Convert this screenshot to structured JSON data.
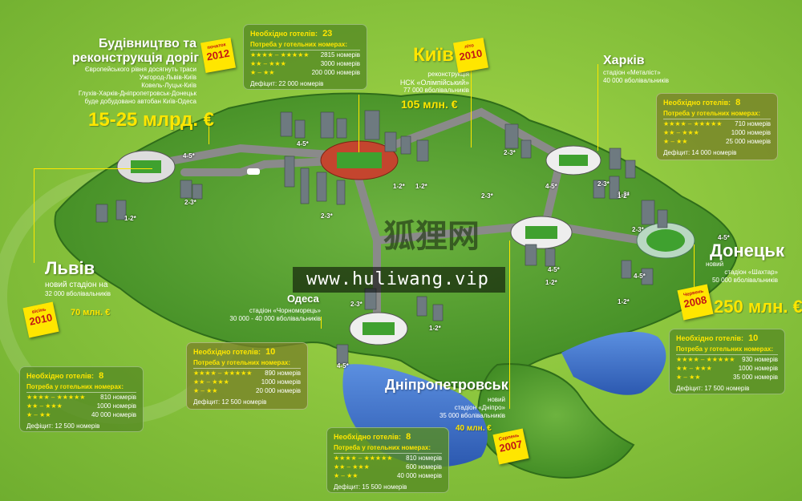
{
  "colors": {
    "background": "#8cc63e",
    "accent": "#ffe600",
    "tag": "#ffe600",
    "tag_text": "#c21616",
    "water": "#3a6fc4"
  },
  "roads": {
    "title_lines": [
      "Будівництво та",
      "реконструкція доріг"
    ],
    "desc": [
      "Європейського рівня досягнуть траси",
      "Ужгород-Львів-Київ",
      "Ковель-Луцьк-Київ",
      "Глухів-Харків-Дніпропетровськ-Донецьк",
      "буде добудовано автобан Київ-Одеса"
    ],
    "cost": "15-25 млрд. €",
    "tag_top": "початок",
    "tag_year": "2012"
  },
  "kyiv": {
    "name": "Київ",
    "desc": [
      "реконструкція",
      "НСК «Олімпійський»",
      "77 000 вболівальників"
    ],
    "cost": "105 млн. €",
    "tag_top": "літо",
    "tag_year": "2010",
    "hotels": {
      "title": "Необхідно готелів:",
      "count": "23",
      "sub": "Потреба у готельних номерах:",
      "rows": [
        {
          "stars": "★★★★ – ★★★★★",
          "value": "2815 номерів"
        },
        {
          "stars": "★★ – ★★★",
          "value": "3000 номерів"
        },
        {
          "stars": "★ – ★★",
          "value": "200 000 номерів"
        }
      ],
      "deficit": "Дефіцит: 22 000 номерів"
    }
  },
  "kharkiv": {
    "name": "Харків",
    "desc": [
      "стадіон «Металіст»",
      "40 000 вболівальників"
    ],
    "hotels": {
      "title": "Необхідно готелів:",
      "count": "8",
      "sub": "Потреба у готельних номерах:",
      "rows": [
        {
          "stars": "★★★★ – ★★★★★",
          "value": "710 номерів"
        },
        {
          "stars": "★★ – ★★★",
          "value": "1000 номерів"
        },
        {
          "stars": "★ – ★★",
          "value": "25 000 номерів"
        }
      ],
      "deficit": "Дефіцит: 14 000 номерів"
    }
  },
  "lviv": {
    "name": "Львів",
    "desc": [
      "новий стадіон на",
      "32 000 вболівальників"
    ],
    "cost": "70 млн. €",
    "tag_top": "вiсiнь",
    "tag_year": "2010",
    "hotels": {
      "title": "Необхідно готелів:",
      "count": "8",
      "sub": "Потреба у готельних номерах:",
      "rows": [
        {
          "stars": "★★★★ – ★★★★★",
          "value": "810 номерів"
        },
        {
          "stars": "★★ – ★★★",
          "value": "1000 номерів"
        },
        {
          "stars": "★ – ★★",
          "value": "40 000 номерів"
        }
      ],
      "deficit": "Дефіцит: 12 500 номерів"
    }
  },
  "odesa": {
    "name": "Одеса",
    "desc": [
      "стадіон «Чорноморець»",
      "30 000 - 40 000 вболівальників"
    ],
    "hotels": {
      "title": "Необхідно готелів:",
      "count": "10",
      "sub": "Потреба у готельних номерах:",
      "rows": [
        {
          "stars": "★★★★ – ★★★★★",
          "value": "890 номерів"
        },
        {
          "stars": "★★ – ★★★",
          "value": "1000 номерів"
        },
        {
          "stars": "★ – ★★",
          "value": "20 000 номерів"
        }
      ],
      "deficit": "Дефіцит: 12 500 номерів"
    }
  },
  "dnipro": {
    "name": "Дніпропетровськ",
    "desc": [
      "новий",
      "стадіон «Дніпро»",
      "35 000 вболівальників"
    ],
    "cost": "40 млн. €",
    "tag_top": "Серпень",
    "tag_year": "2007",
    "hotels": {
      "title": "Необхідно готелів:",
      "count": "8",
      "sub": "Потреба у готельних номерах:",
      "rows": [
        {
          "stars": "★★★★ – ★★★★★",
          "value": "810 номерів"
        },
        {
          "stars": "★★ – ★★★",
          "value": "600 номерів"
        },
        {
          "stars": "★ – ★★",
          "value": "40 000 номерів"
        }
      ],
      "deficit": "Дефіцит: 15 500 номерів"
    }
  },
  "donetsk": {
    "name": "Донецьк",
    "desc": [
      "новий",
      "стадіон «Шахтар»",
      "50 000 вболівальників"
    ],
    "cost": "250 млн. €",
    "tag_top": "Червень",
    "tag_year": "2008",
    "hotels": {
      "title": "Необхідно готелів:",
      "count": "10",
      "sub": "Потреба у готельних номерах:",
      "rows": [
        {
          "stars": "★★★★ – ★★★★★",
          "value": "930 номерів"
        },
        {
          "stars": "★★ – ★★★",
          "value": "1000 номерів"
        },
        {
          "stars": "★ – ★★",
          "value": "35 000 номерів"
        }
      ],
      "deficit": "Дефіцит: 17 500 номерів"
    }
  },
  "ratings": [
    "4-5*",
    "1-2*",
    "2-3*",
    "4-5*",
    "2-3*",
    "1-2*",
    "2-3*",
    "4-5*",
    "1-2*",
    "2-3*",
    "4-5*",
    "1-2*",
    "2-3*",
    "4-5*",
    "1-2*",
    "1-2*",
    "2-3*",
    "1-2*",
    "4-5*",
    "1-2*",
    "2-3*",
    "4-5*"
  ],
  "watermark": {
    "cn": "狐狸网",
    "url": "www.huliwang.vip"
  }
}
